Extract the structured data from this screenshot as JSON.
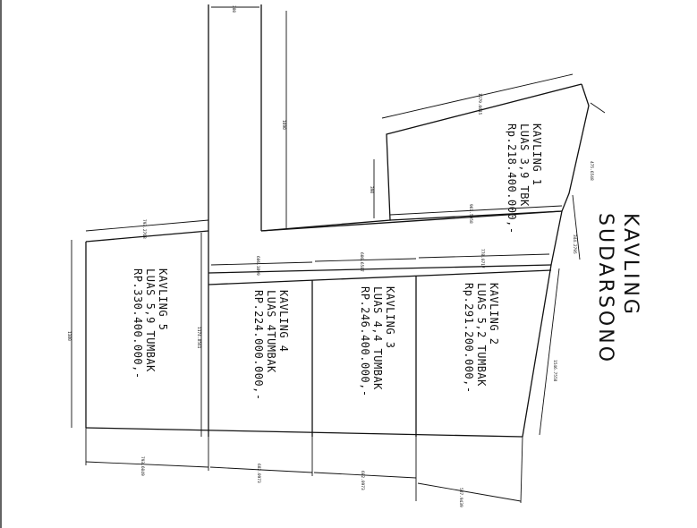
{
  "title": {
    "line1": "KAVLING",
    "line2": "SUDARSONO"
  },
  "lots": [
    {
      "name": "KAVLING 1",
      "area": "LUAS 3,9 TBK",
      "price": "Rp.218.400.000,-"
    },
    {
      "name": "KAVLING 2",
      "area": "LUAS 5,2 TUMBAK",
      "price": "Rp.291.200.000,-"
    },
    {
      "name": "KAVLING 3",
      "area": "LUAS 4,4 TUMBAK",
      "price": "RP.246.400.000,-"
    },
    {
      "name": "KAVLING 4",
      "area": "LUAS 4TUMBAK",
      "price": "RP.224.000.000,-"
    },
    {
      "name": "KAVLING 5",
      "area": "LUAS 5,9 TUMBAK",
      "price": "RP.330.400.000,-"
    }
  ],
  "dimensions": {
    "top_road_width": "380",
    "road_length": "1690",
    "lot1_top": "1279.6615",
    "lot1_side": "390",
    "lot1_inner": "961.5958",
    "right_upper": "475.6548",
    "right_mid": "344.2795",
    "right_lower": "1546.7558",
    "lot5_top": "793.2768",
    "lot5_left": "1380",
    "lot5_right": "1174.8561",
    "lot4_top": "606.3899",
    "lot3_top": "606.6587",
    "lot2_top": "778.0717",
    "bottom_5": "793.6049",
    "bottom_4": "682.0973",
    "bottom_3": "682.0973",
    "bottom_2": "587.9439"
  }
}
